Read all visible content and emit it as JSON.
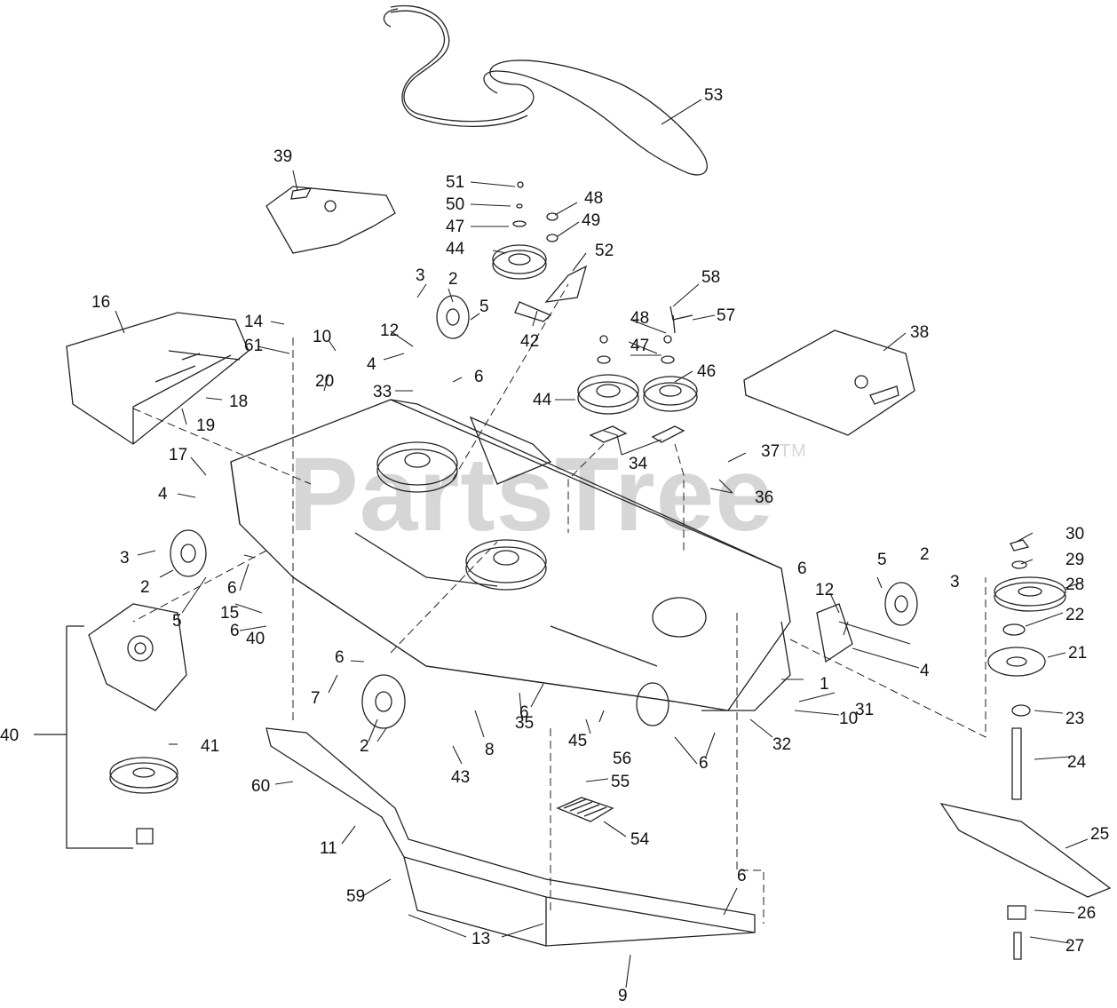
{
  "watermark": {
    "text": "PartsTree",
    "mark": "TM"
  },
  "labels": [
    {
      "id": "53",
      "text": "53"
    },
    {
      "id": "39",
      "text": "39"
    },
    {
      "id": "51",
      "text": "51"
    },
    {
      "id": "50",
      "text": "50"
    },
    {
      "id": "47a",
      "text": "47"
    },
    {
      "id": "48a",
      "text": "48"
    },
    {
      "id": "49",
      "text": "49"
    },
    {
      "id": "44a",
      "text": "44"
    },
    {
      "id": "52",
      "text": "52"
    },
    {
      "id": "3a",
      "text": "3"
    },
    {
      "id": "2a",
      "text": "2"
    },
    {
      "id": "5a",
      "text": "5"
    },
    {
      "id": "42",
      "text": "42"
    },
    {
      "id": "58",
      "text": "58"
    },
    {
      "id": "57",
      "text": "57"
    },
    {
      "id": "16",
      "text": "16"
    },
    {
      "id": "14",
      "text": "14"
    },
    {
      "id": "61",
      "text": "61"
    },
    {
      "id": "10a",
      "text": "10"
    },
    {
      "id": "12a",
      "text": "12"
    },
    {
      "id": "4a",
      "text": "4"
    },
    {
      "id": "6a",
      "text": "6"
    },
    {
      "id": "48b",
      "text": "48"
    },
    {
      "id": "47b",
      "text": "47"
    },
    {
      "id": "46",
      "text": "46"
    },
    {
      "id": "38",
      "text": "38"
    },
    {
      "id": "20",
      "text": "20"
    },
    {
      "id": "33",
      "text": "33"
    },
    {
      "id": "44b",
      "text": "44"
    },
    {
      "id": "18",
      "text": "18"
    },
    {
      "id": "19",
      "text": "19"
    },
    {
      "id": "34",
      "text": "34"
    },
    {
      "id": "17",
      "text": "17"
    },
    {
      "id": "37",
      "text": "37"
    },
    {
      "id": "36",
      "text": "36"
    },
    {
      "id": "4b",
      "text": "4"
    },
    {
      "id": "30",
      "text": "30"
    },
    {
      "id": "3b",
      "text": "3"
    },
    {
      "id": "6b",
      "text": "6"
    },
    {
      "id": "5b",
      "text": "5"
    },
    {
      "id": "2b",
      "text": "2"
    },
    {
      "id": "3c",
      "text": "3"
    },
    {
      "id": "29",
      "text": "29"
    },
    {
      "id": "28",
      "text": "28"
    },
    {
      "id": "2c",
      "text": "2"
    },
    {
      "id": "6c",
      "text": "6"
    },
    {
      "id": "5c",
      "text": "5"
    },
    {
      "id": "15",
      "text": "15"
    },
    {
      "id": "12b",
      "text": "12"
    },
    {
      "id": "22",
      "text": "22"
    },
    {
      "id": "6d",
      "text": "6"
    },
    {
      "id": "40a",
      "text": "40"
    },
    {
      "id": "4c",
      "text": "4"
    },
    {
      "id": "21",
      "text": "21"
    },
    {
      "id": "6e",
      "text": "6"
    },
    {
      "id": "1",
      "text": "1"
    },
    {
      "id": "31",
      "text": "31"
    },
    {
      "id": "7",
      "text": "7"
    },
    {
      "id": "6f",
      "text": "6"
    },
    {
      "id": "10b",
      "text": "10"
    },
    {
      "id": "40b",
      "text": "40"
    },
    {
      "id": "23",
      "text": "23"
    },
    {
      "id": "41",
      "text": "41"
    },
    {
      "id": "2d",
      "text": "2"
    },
    {
      "id": "8",
      "text": "8"
    },
    {
      "id": "35",
      "text": "35"
    },
    {
      "id": "45",
      "text": "45"
    },
    {
      "id": "56",
      "text": "56"
    },
    {
      "id": "32",
      "text": "32"
    },
    {
      "id": "24",
      "text": "24"
    },
    {
      "id": "43",
      "text": "43"
    },
    {
      "id": "6g",
      "text": "6"
    },
    {
      "id": "60",
      "text": "60"
    },
    {
      "id": "55",
      "text": "55"
    },
    {
      "id": "11",
      "text": "11"
    },
    {
      "id": "54",
      "text": "54"
    },
    {
      "id": "25",
      "text": "25"
    },
    {
      "id": "59",
      "text": "59"
    },
    {
      "id": "6h",
      "text": "6"
    },
    {
      "id": "26",
      "text": "26"
    },
    {
      "id": "13",
      "text": "13"
    },
    {
      "id": "27",
      "text": "27"
    },
    {
      "id": "9",
      "text": "9"
    }
  ]
}
